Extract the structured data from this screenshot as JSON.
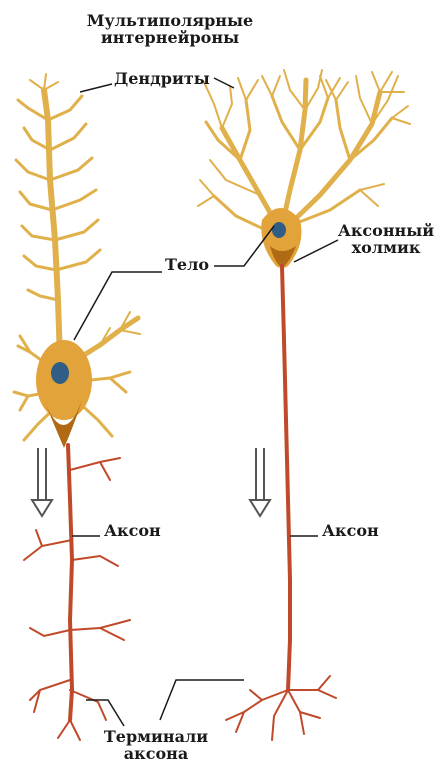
{
  "title_lines": [
    "Мультиполярные",
    "интернейроны"
  ],
  "labels": {
    "dendrites": "Дендриты",
    "body": "Тело",
    "axon_hillock_lines": [
      "Аксонный",
      "холмик"
    ],
    "axon_left": "Аксон",
    "axon_right": "Аксон",
    "terminals_lines": [
      "Терминали",
      "аксона"
    ]
  },
  "colors": {
    "dendrite": "#e0b04a",
    "dendrite_dark": "#b8862a",
    "soma": "#e2a33a",
    "soma_shadow": "#b06a14",
    "nucleus": "#2f5d86",
    "axon": "#c0492a",
    "axon_dark": "#8f2d16",
    "leader": "#1a1a1a",
    "arrow": "#555555"
  }
}
